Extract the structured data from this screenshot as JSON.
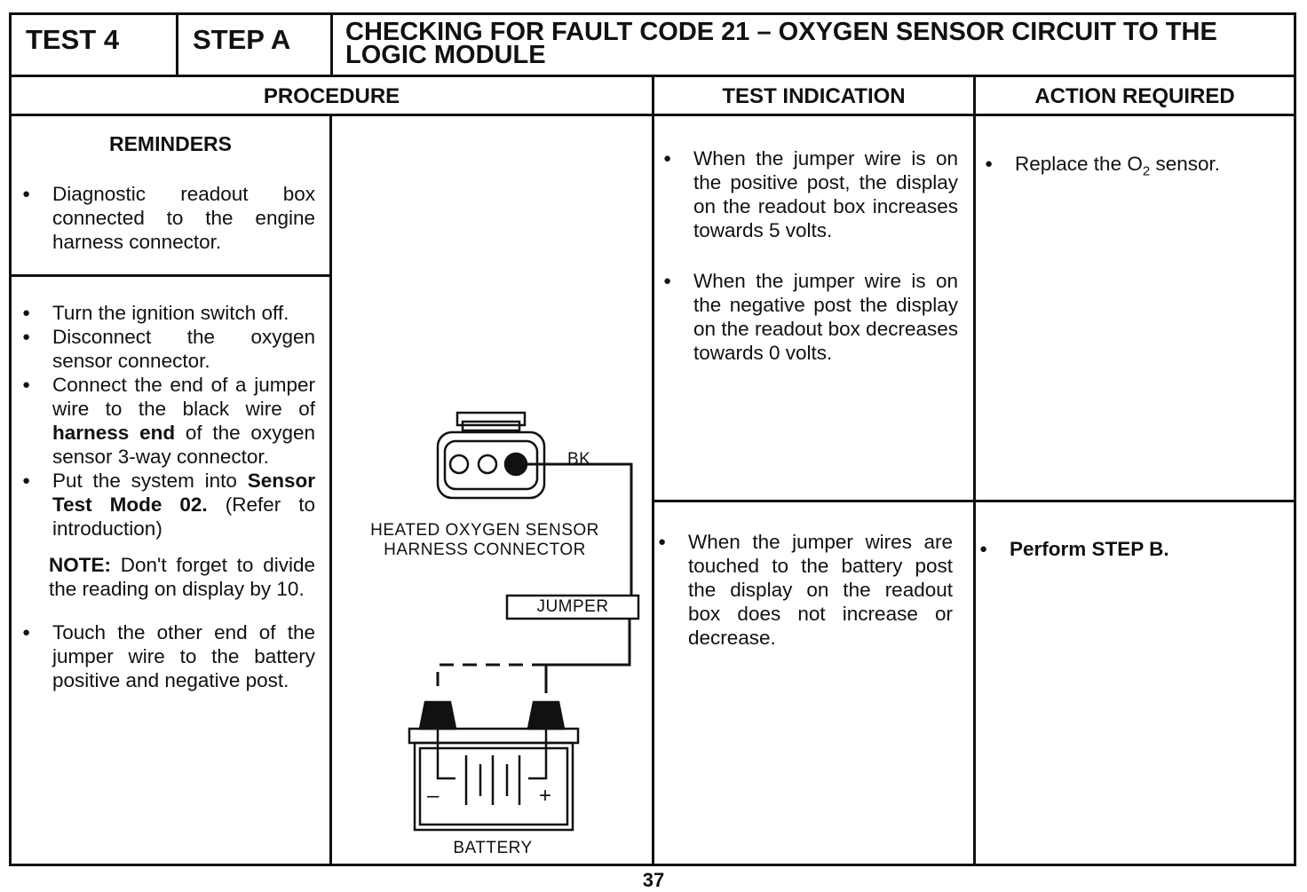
{
  "header": {
    "test": "TEST 4",
    "step": "STEP A",
    "title_line1": "CHECKING FOR FAULT CODE 21 – OXYGEN SENSOR CIRCUIT TO THE",
    "title_line2": "LOGIC MODULE"
  },
  "columns": {
    "procedure": "PROCEDURE",
    "test_indication": "TEST INDICATION",
    "action_required": "ACTION REQUIRED"
  },
  "reminders": {
    "title": "REMINDERS",
    "items": [
      "Diagnostic readout box connected to the engine harness connector."
    ]
  },
  "procedure_steps": {
    "step1": "Turn the ignition switch off.",
    "step2": "Disconnect the oxygen sensor connector.",
    "step3_a": "Connect the end of a jumper wire to the black wire of ",
    "step3_b": "harness end",
    "step3_c": " of the oxygen sensor 3-way connector.",
    "step4_a": "Put the system into ",
    "step4_b": "Sensor Test Mode 02.",
    "step4_c": " (Refer to introduction)",
    "note_label": "NOTE:",
    "note_text": " Don't forget to divide the reading on display by 10.",
    "step5": "Touch the other end of the jumper wire to the battery positive and negative post."
  },
  "diagram": {
    "wire_label": "BK",
    "connector_label_line1": "HEATED OXYGEN SENSOR",
    "connector_label_line2": "HARNESS CONNECTOR",
    "jumper_label": "JUMPER",
    "battery_label": "BATTERY",
    "neg_symbol": "–",
    "pos_symbol": "+"
  },
  "test_indications": [
    "When the jumper wire is on the positive post, the display on the readout box increases towards 5 volts.",
    "When the jumper wire is on the negative post the display on the readout box decreases towards 0 volts.",
    "When the jumper wires are touched to the battery post the display on the readout box does not increase or decrease."
  ],
  "actions": {
    "action1_a": "Replace the O",
    "action1_sub": "2",
    "action1_b": " sensor.",
    "action2": "Perform STEP B."
  },
  "page_number": "37"
}
